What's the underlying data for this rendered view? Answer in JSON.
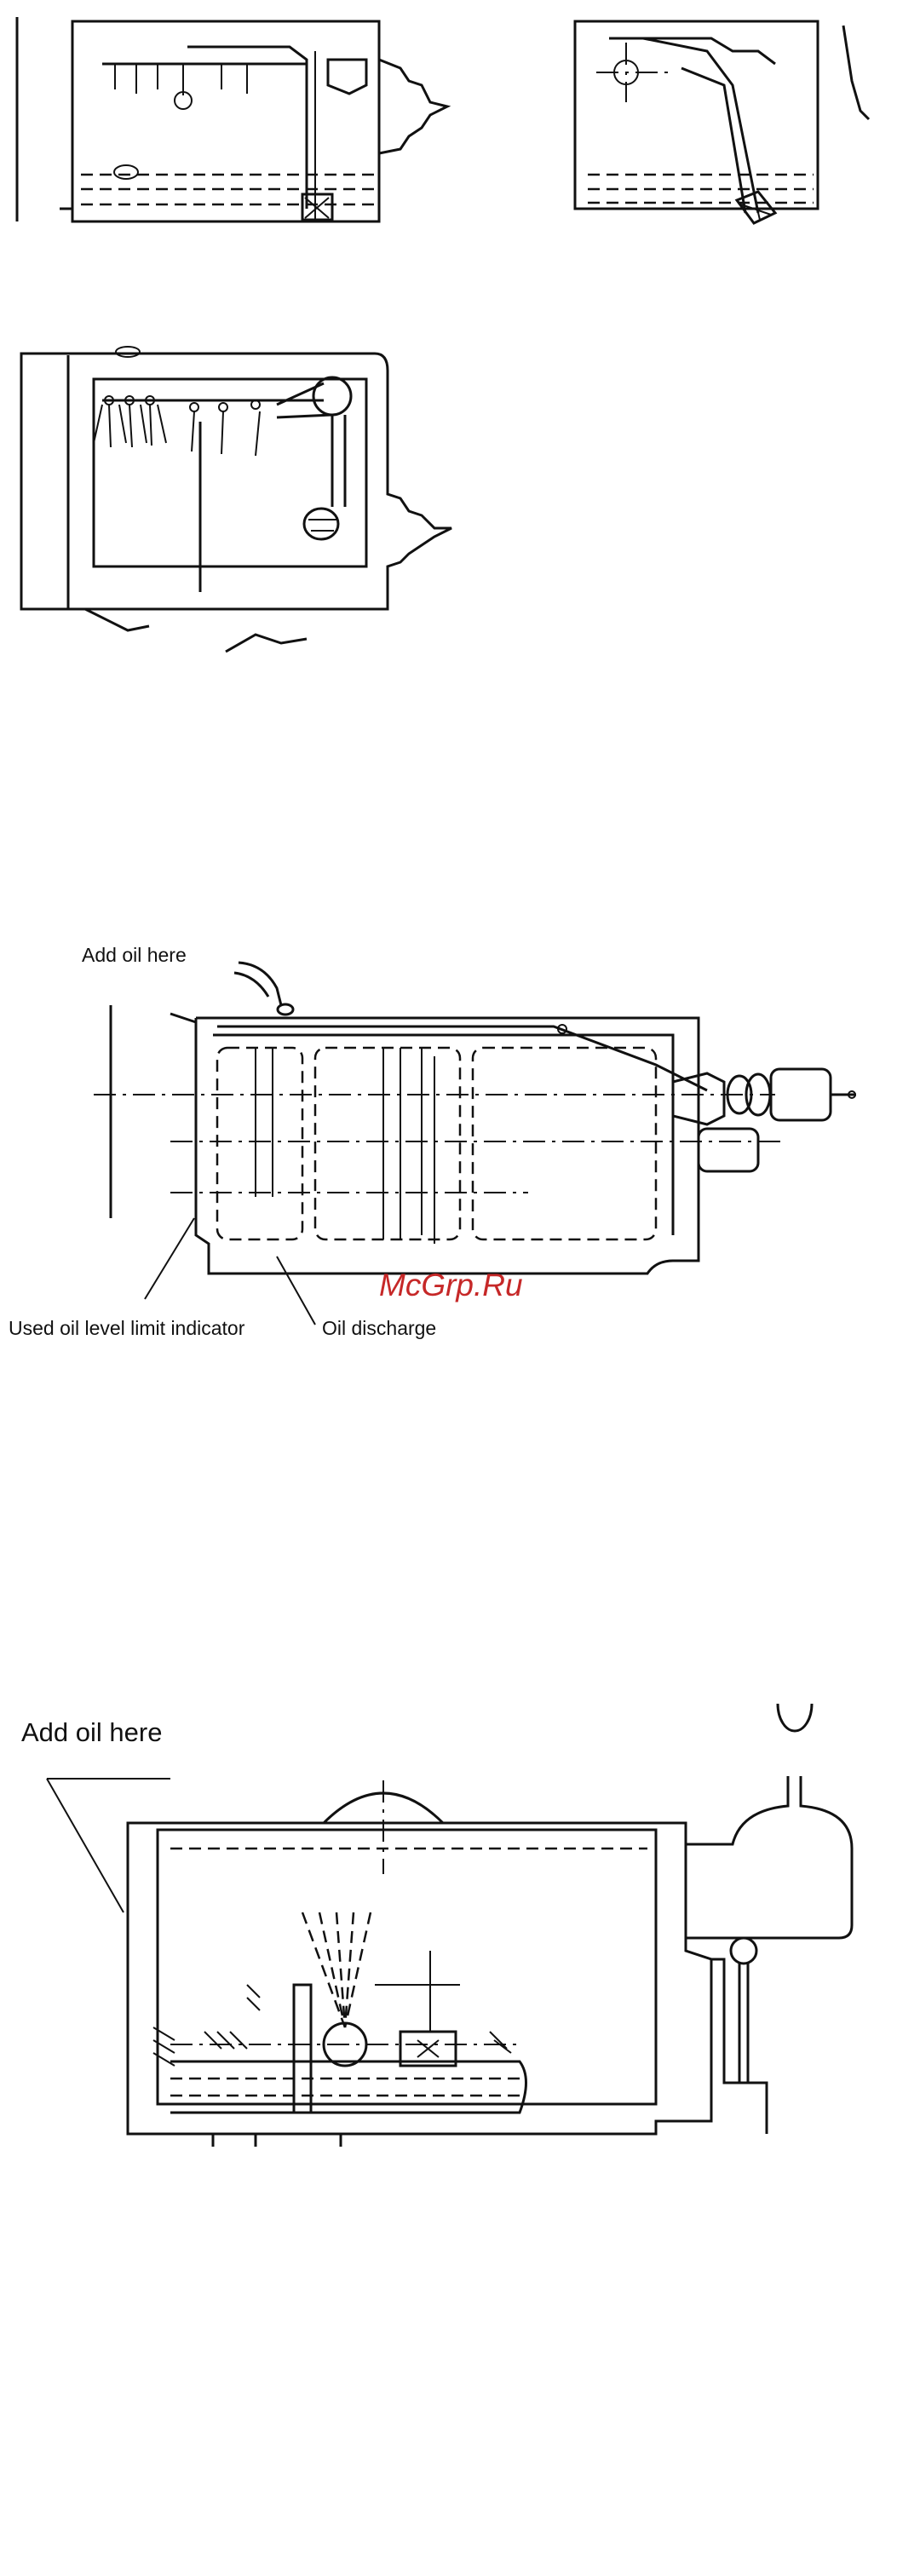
{
  "diagram2": {
    "add_oil_label": "Add oil here",
    "used_oil_label": "Used oil level limit indicator",
    "discharge_label": "Oil   discharge"
  },
  "diagram3": {
    "add_oil_label": "Add oil here"
  },
  "watermark": {
    "text": "McGrp.Ru",
    "color": "#c62828"
  }
}
